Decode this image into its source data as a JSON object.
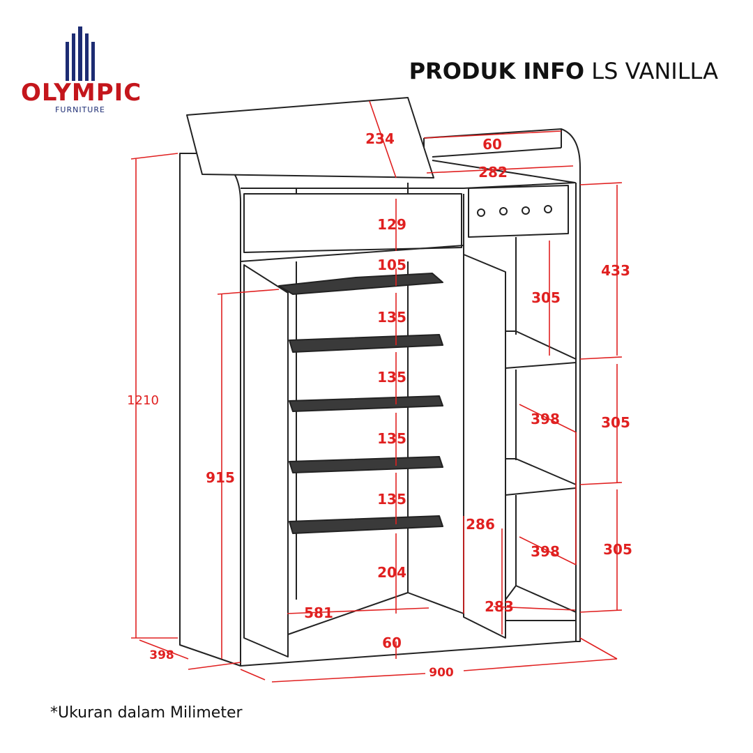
{
  "brand": {
    "name": "OLYMPIC",
    "subtitle": "FURNITURE",
    "colors": {
      "red": "#c4161c",
      "navy": "#1d2c73"
    }
  },
  "title": {
    "bold": "PRODUK INFO",
    "model": "LS VANILLA"
  },
  "note": "*Ukuran dalam Milimeter",
  "colors": {
    "dimension": "#e02020",
    "line": "#222222"
  },
  "dimensions": {
    "overall_height": "1210",
    "depth": "398",
    "width": "900",
    "door_height": "915",
    "lid_depth": "234",
    "top_rail_height": "60",
    "top_right_width": "282",
    "drawer_height": "129",
    "gap_top_rack": "105",
    "rack_gap_1": "135",
    "rack_gap_2": "135",
    "rack_gap_3": "135",
    "rack_gap_4": "135",
    "rack_bottom_gap": "204",
    "inner_width": "581",
    "base_height": "60",
    "right_door_width": "286",
    "right_bottom_width": "283",
    "right_top_height": "433",
    "right_top_inner": "305",
    "right_mid_height": "305",
    "right_bottom_height": "305",
    "right_depth_1": "398",
    "right_depth_2": "398"
  }
}
